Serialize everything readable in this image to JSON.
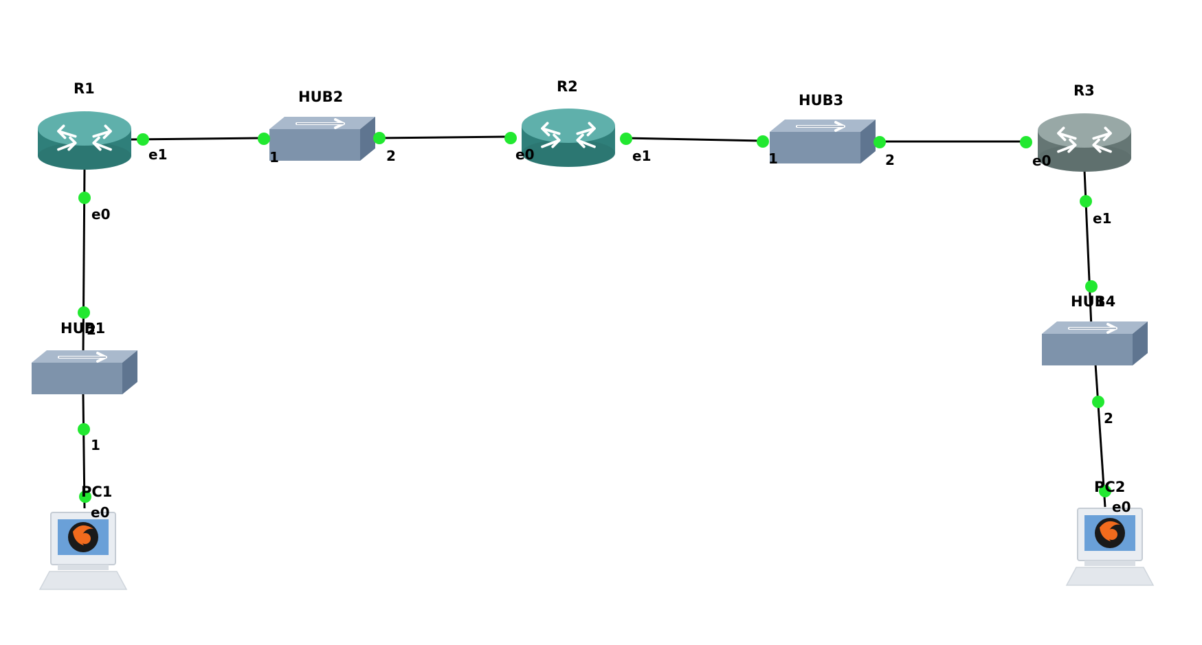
{
  "devices": {
    "R1": "R1",
    "R2": "R2",
    "R3": "R3",
    "HUB1": "HUB1",
    "HUB2": "HUB2",
    "HUB3": "HUB3",
    "HUB4": "HUB4",
    "PC1": "PC1",
    "PC2": "PC2"
  },
  "ports": {
    "r1_e1": "e1",
    "r1_e0": "e0",
    "hub2_1": "1",
    "hub2_2": "2",
    "r2_e0": "e0",
    "r2_e1": "e1",
    "hub3_1": "1",
    "hub3_2": "2",
    "r3_e0": "e0",
    "r3_e1": "e1",
    "hub1_2": "2",
    "hub1_1": "1",
    "pc1_e0": "e0",
    "hub4_1": "1",
    "hub4_2": "2",
    "pc2_e0": "e0"
  },
  "colors": {
    "router": "#3a8f8a",
    "router_top": "#6ab8b3",
    "router_r3": "#6e807e",
    "hub": "#7e93ab",
    "port_dot": "#22e830"
  },
  "icons": {
    "router": "router-icon",
    "hub": "hub-icon",
    "pc": "pc-icon"
  }
}
